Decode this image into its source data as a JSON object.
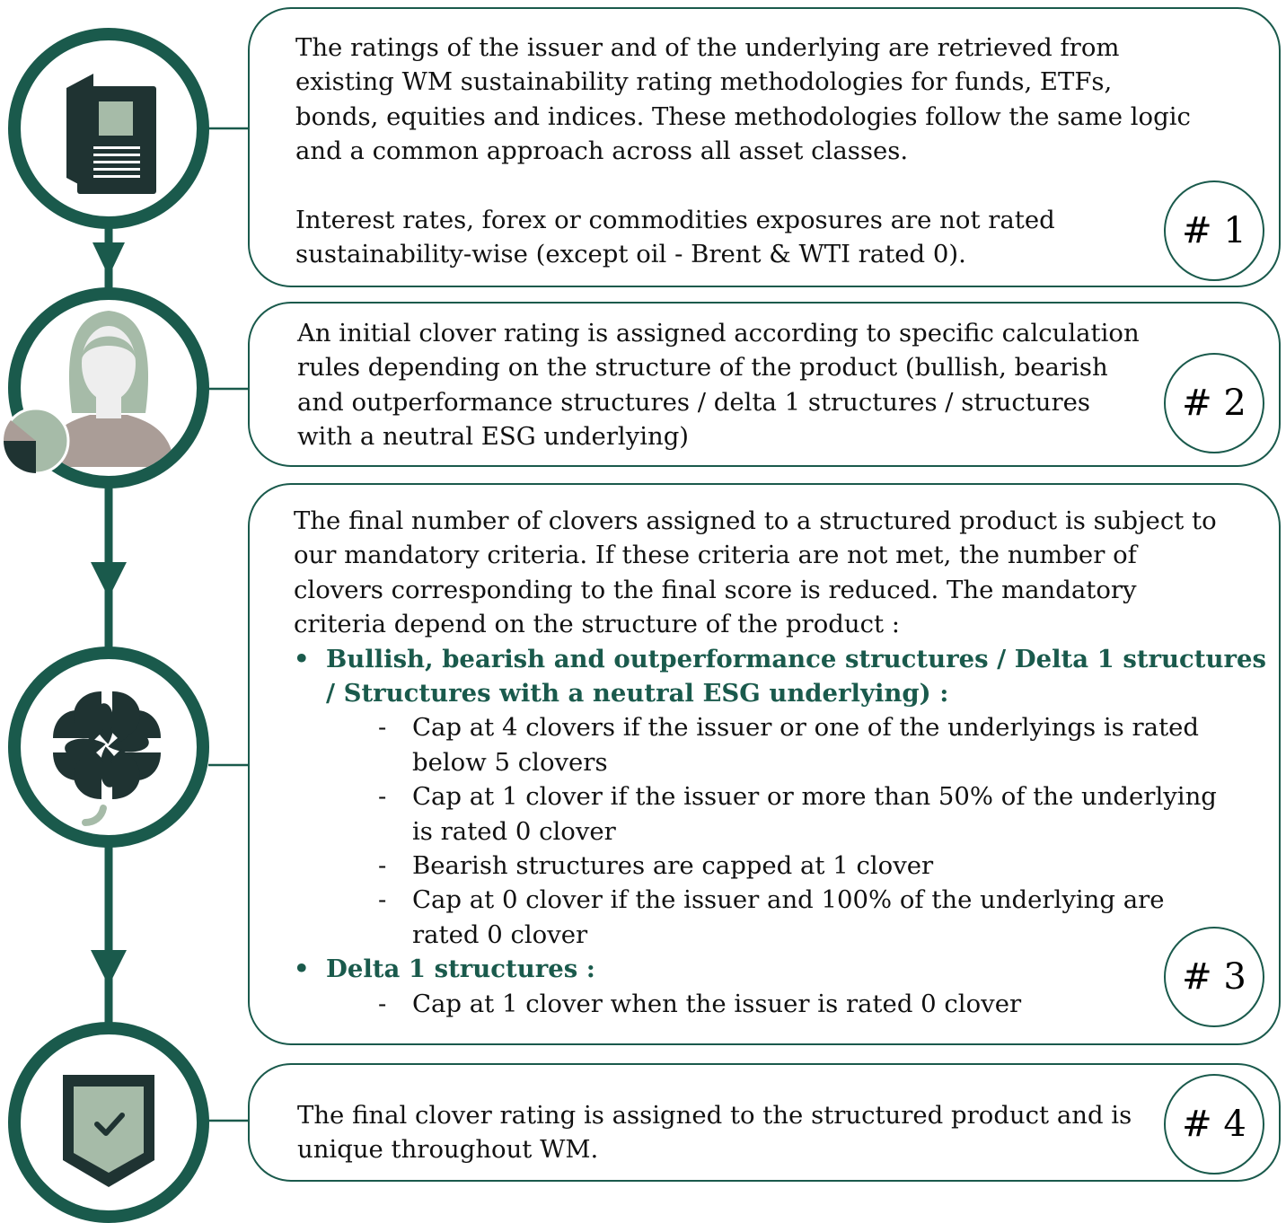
{
  "colors": {
    "accent": "#1a5a4c",
    "dark": "#1f3332",
    "sage": "#a6bba8",
    "skin": "#f6f6f6",
    "shirt": "#aa9d97",
    "hair": "#a6bba8"
  },
  "steps": [
    {
      "badge": "# 1",
      "icon": "document-icon",
      "paragraphs": [
        "The ratings of the issuer and of the underlying are retrieved from",
        "existing WM sustainability rating methodologies for funds, ETFs,",
        "bonds, equities and indices. These methodologies follow the same logic",
        "and a common approach across all asset classes.",
        "",
        "Interest rates, forex or commodities exposures are not rated",
        "sustainability-wise (except oil - Brent & WTI rated 0)."
      ]
    },
    {
      "badge": "# 2",
      "icon": "person-with-pie-chart-icon",
      "paragraphs": [
        "An initial clover rating is assigned according to specific calculation",
        "rules depending on the structure of the product (bullish, bearish",
        "and outperformance structures / delta 1 structures / structures",
        "with a neutral ESG underlying)"
      ]
    },
    {
      "badge": "# 3",
      "icon": "clover-icon",
      "intro": [
        "The final number of clovers assigned to a structured product is subject to",
        "our mandatory criteria. If these criteria are not met, the number of",
        "clovers corresponding to the final score is reduced. The mandatory",
        "criteria depend on the structure of the product :"
      ],
      "bullet_mark": "•",
      "dash_mark": "-",
      "groups": [
        {
          "title_lines": [
            "Bullish, bearish and outperformance structures / Delta 1 structures",
            "/ Structures with a neutral ESG underlying) :"
          ],
          "items": [
            [
              "Cap at 4 clovers if the issuer or one of the underlyings is rated",
              "below 5 clovers"
            ],
            [
              "Cap at 1 clover if the issuer or more than 50% of the underlying",
              "is rated 0 clover"
            ],
            [
              "Bearish structures are capped at 1 clover"
            ],
            [
              "Cap at 0 clover if the issuer and 100% of the underlying are",
              "rated 0 clover"
            ]
          ]
        },
        {
          "title_lines": [
            "Delta 1 structures :"
          ],
          "items": [
            [
              "Cap at 1 clover when the issuer is rated 0 clover"
            ]
          ]
        }
      ]
    },
    {
      "badge": "# 4",
      "icon": "shield-check-icon",
      "paragraphs": [
        "The final clover rating is assigned to the structured product and is",
        "unique throughout WM."
      ]
    }
  ]
}
